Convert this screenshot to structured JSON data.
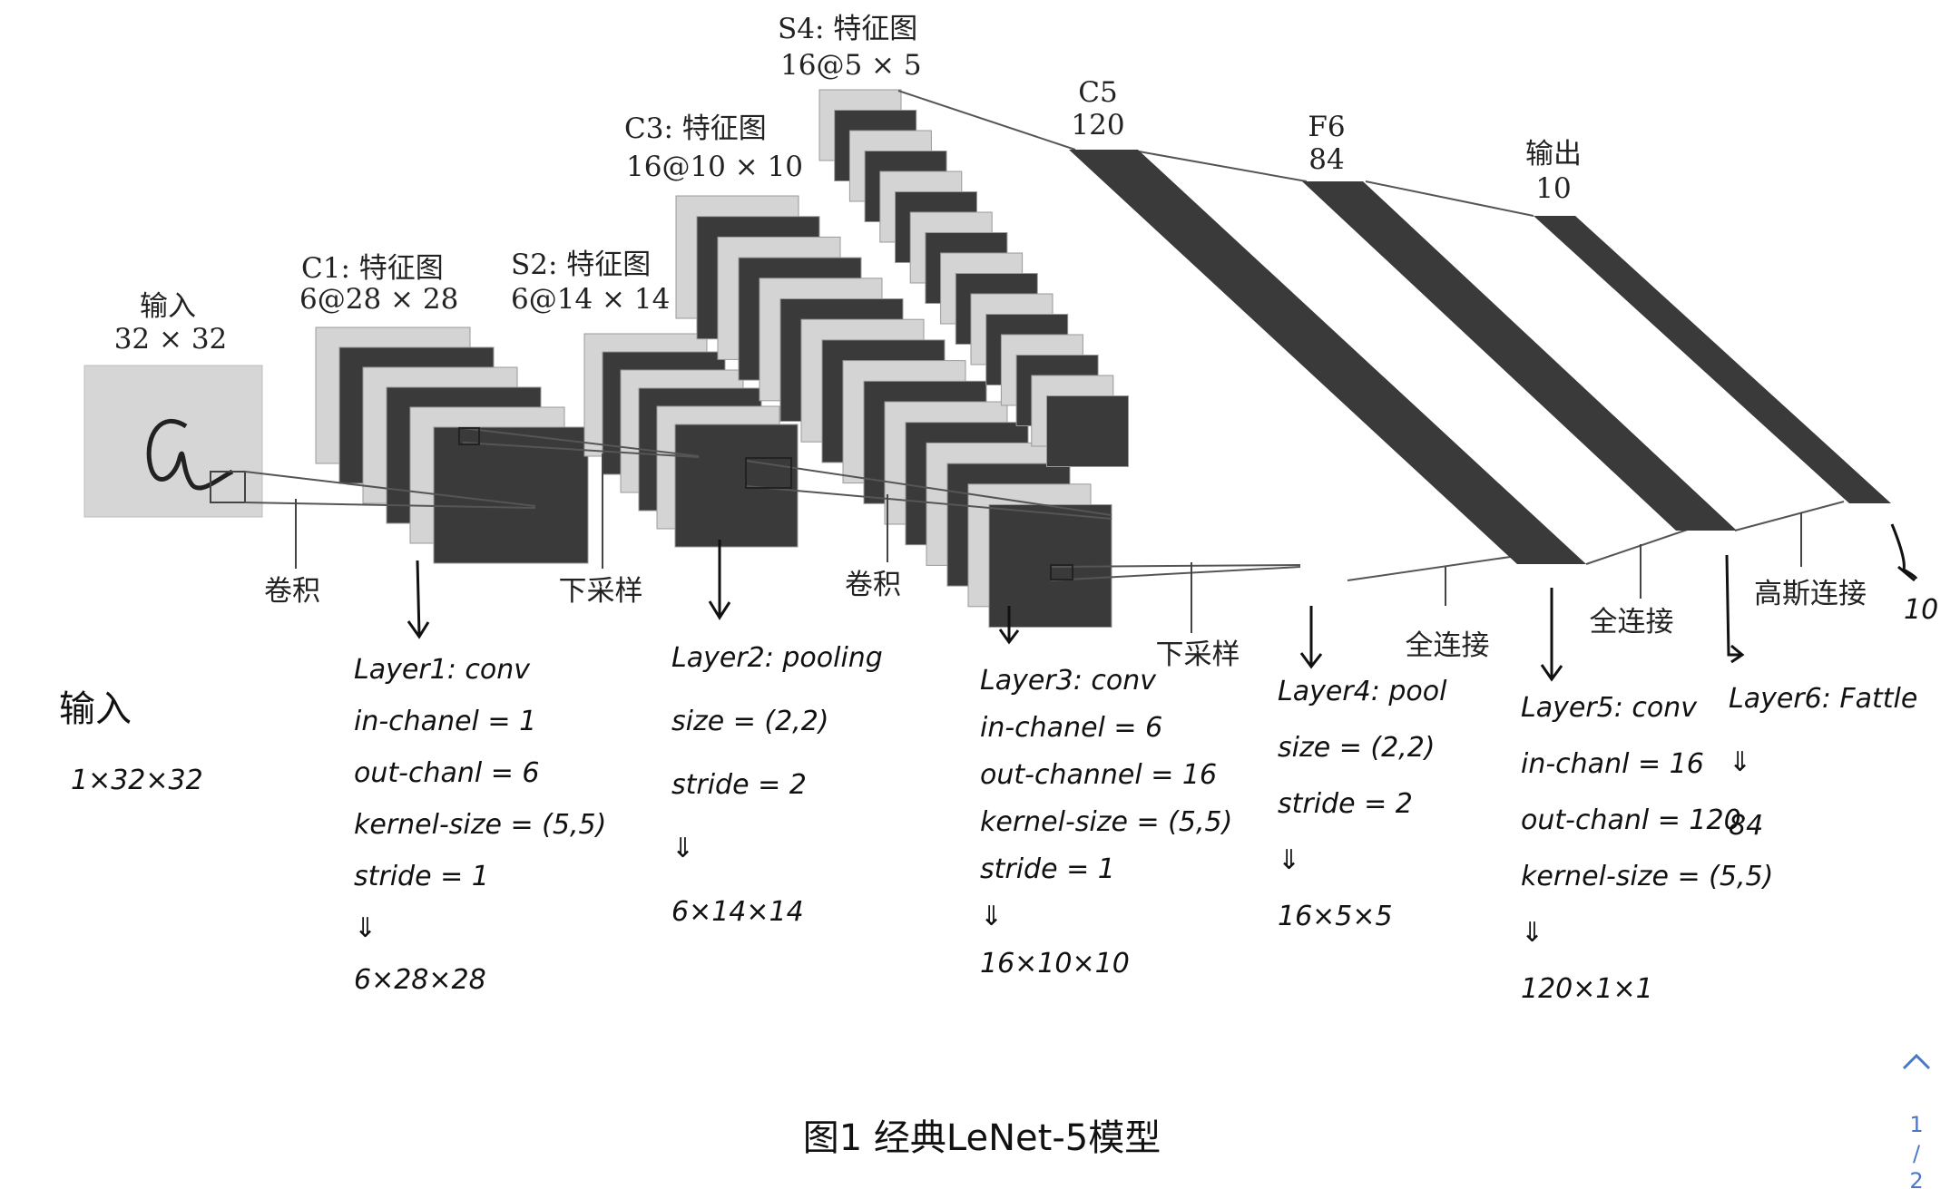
{
  "diagram": {
    "layers": {
      "input": {
        "name": "输入",
        "size": "32 × 32"
      },
      "c1": {
        "name": "C1: 特征图",
        "size": "6@28 × 28"
      },
      "s2": {
        "name": "S2: 特征图",
        "size": "6@14 × 14"
      },
      "c3": {
        "name": "C3: 特征图",
        "size": "16@10 × 10"
      },
      "s4": {
        "name": "S4: 特征图",
        "size": "16@5 × 5"
      },
      "c5": {
        "name": "C5",
        "size": "120"
      },
      "f6": {
        "name": "F6",
        "size": "84"
      },
      "out": {
        "name": "输出",
        "size": "10"
      }
    },
    "operations": {
      "op1": "卷积",
      "op2": "下采样",
      "op3": "卷积",
      "op4": "下采样",
      "op5": "全连接",
      "op6": "全连接",
      "op7": "高斯连接"
    }
  },
  "notes": {
    "input_title": "输入",
    "input_dims": "1×32×32",
    "layer1": [
      "Layer1: conv",
      "in-chanel = 1",
      "out-chanl = 6",
      "kernel-size = (5,5)",
      "stride = 1",
      "⇓",
      "6×28×28"
    ],
    "layer2": [
      "Layer2: pooling",
      "size = (2,2)",
      "stride = 2",
      "⇓",
      "6×14×14"
    ],
    "layer3": [
      "Layer3: conv",
      "in-chanel = 6",
      "out-channel = 16",
      "kernel-size = (5,5)",
      "stride = 1",
      "⇓",
      "16×10×10"
    ],
    "layer4": [
      "Layer4: pool",
      "size = (2,2)",
      "stride = 2",
      "⇓",
      "16×5×5"
    ],
    "layer5": [
      "Layer5: conv",
      "in-chanl = 16",
      "out-chanl = 120",
      "kernel-size = (5,5)",
      "⇓",
      "120×1×1"
    ],
    "layer6": [
      "Layer6: Fattle",
      "⇓",
      "84"
    ],
    "output_value": "10"
  },
  "caption": "图1 经典LeNet-5模型",
  "pager": {
    "up": "^",
    "current": "1",
    "sep": "/",
    "total": "2"
  },
  "colors": {
    "dark": "#3a3a3a",
    "light": "#d4d4d4",
    "line": "#666666"
  }
}
